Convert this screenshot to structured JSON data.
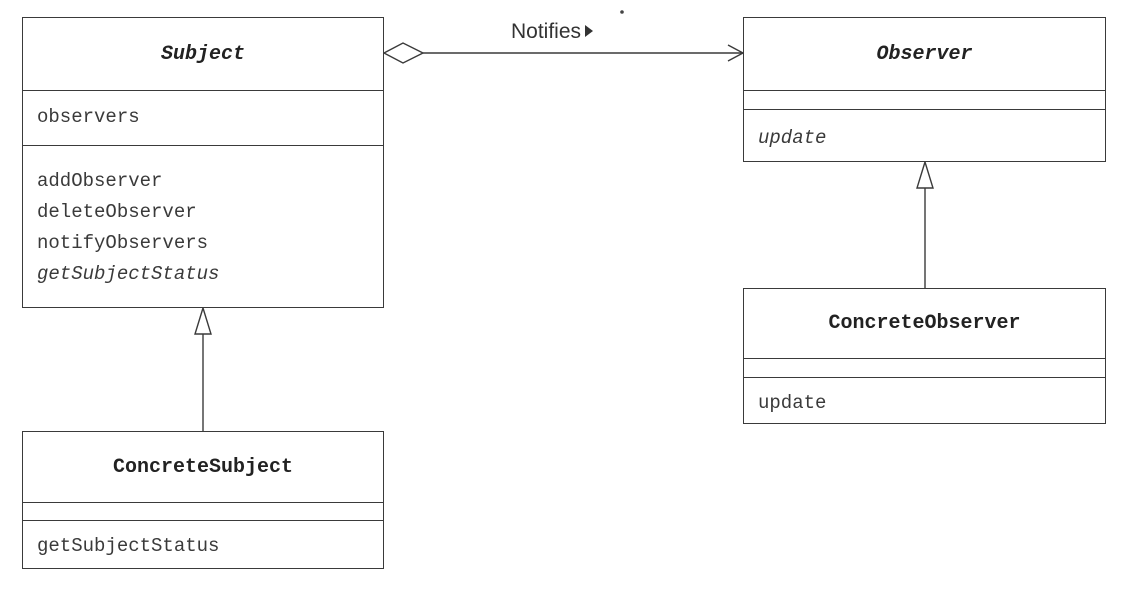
{
  "diagram": {
    "subject": {
      "name": "Subject",
      "attributes": [
        "observers"
      ],
      "operations": [
        {
          "label": "addObserver"
        },
        {
          "label": "deleteObserver"
        },
        {
          "label": "notifyObservers"
        },
        {
          "label": "getSubjectStatus",
          "abstract": true
        }
      ]
    },
    "concrete_subject": {
      "name": "ConcreteSubject",
      "operations": [
        "getSubjectStatus"
      ]
    },
    "observer": {
      "name": "Observer",
      "operations": [
        {
          "label": "update",
          "abstract": true
        }
      ]
    },
    "concrete_observer": {
      "name": "ConcreteObserver",
      "operations": [
        "update"
      ]
    },
    "association": {
      "label": "Notifies"
    }
  }
}
